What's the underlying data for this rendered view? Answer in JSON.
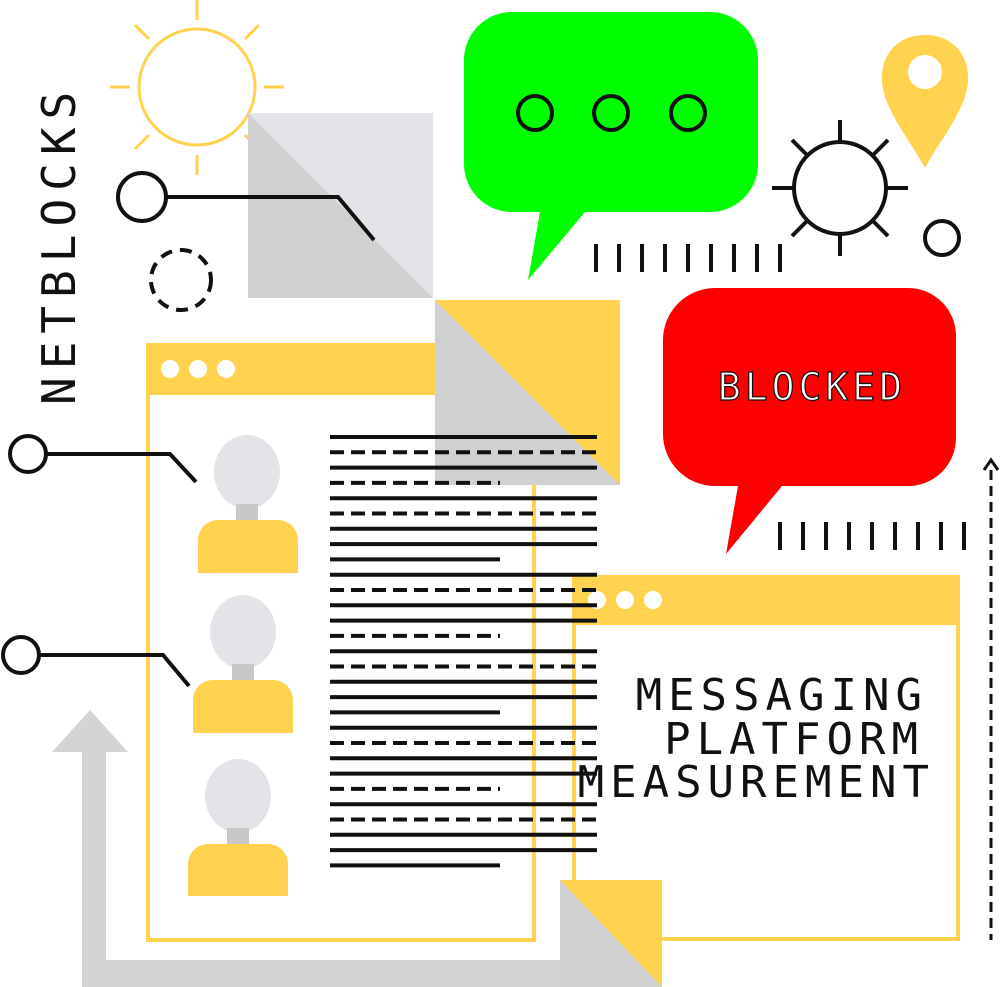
{
  "brand": {
    "name": "NETBLOCKS"
  },
  "status_bubble": {
    "label": "BLOCKED",
    "color": "#ff0000"
  },
  "chat_bubble": {
    "color": "#00ff00",
    "icon": "ellipsis-icon"
  },
  "headline": {
    "lines": [
      "MESSAGING",
      "PLATFORM",
      "MEASUREMENT"
    ]
  },
  "colors": {
    "accent": "#ffd24f",
    "gray": "#d4d4d4",
    "light_gray": "#e3e4e8",
    "ink": "#111111"
  },
  "icons": [
    "sun-icon",
    "gear-icon",
    "location-pin-icon",
    "user-avatar-icon",
    "arrow-icon"
  ]
}
